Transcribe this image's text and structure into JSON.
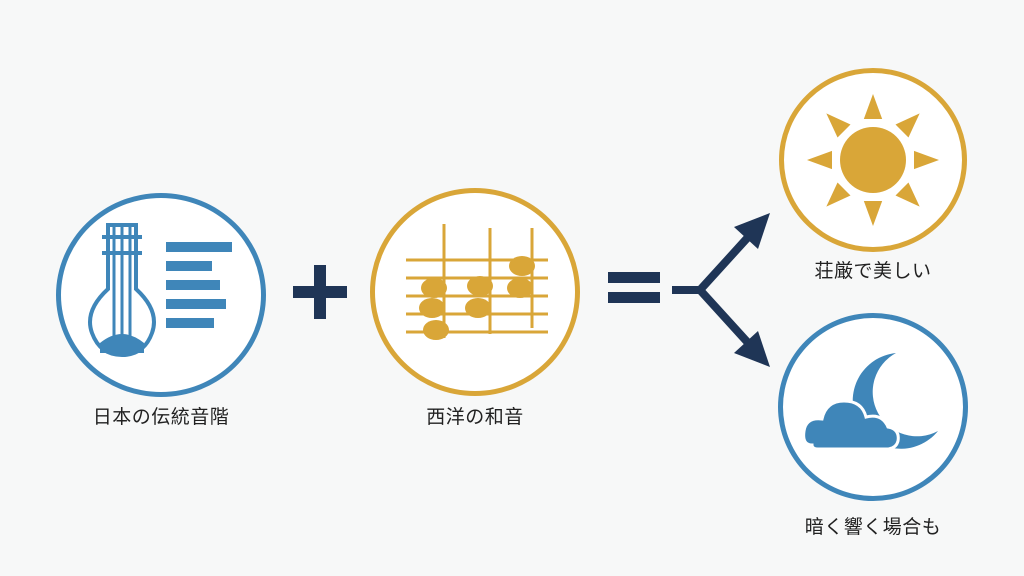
{
  "colors": {
    "blue": "#3f86b9",
    "gold": "#d9a638",
    "navy": "#1f3556",
    "text": "#222222"
  },
  "nodes": {
    "japanese": {
      "label": "日本の伝統音階",
      "icon": "koto-lute-with-bars-icon"
    },
    "western": {
      "label": "西洋の和音",
      "icon": "music-staff-notes-icon"
    },
    "majestic": {
      "label": "荘厳で美しい",
      "icon": "sun-icon"
    },
    "dark": {
      "label": "暗く響く場合も",
      "icon": "moon-cloud-icon"
    }
  },
  "operators": {
    "plus": "plus-icon",
    "equals": "equals-icon",
    "branch": "branch-arrows-icon"
  }
}
